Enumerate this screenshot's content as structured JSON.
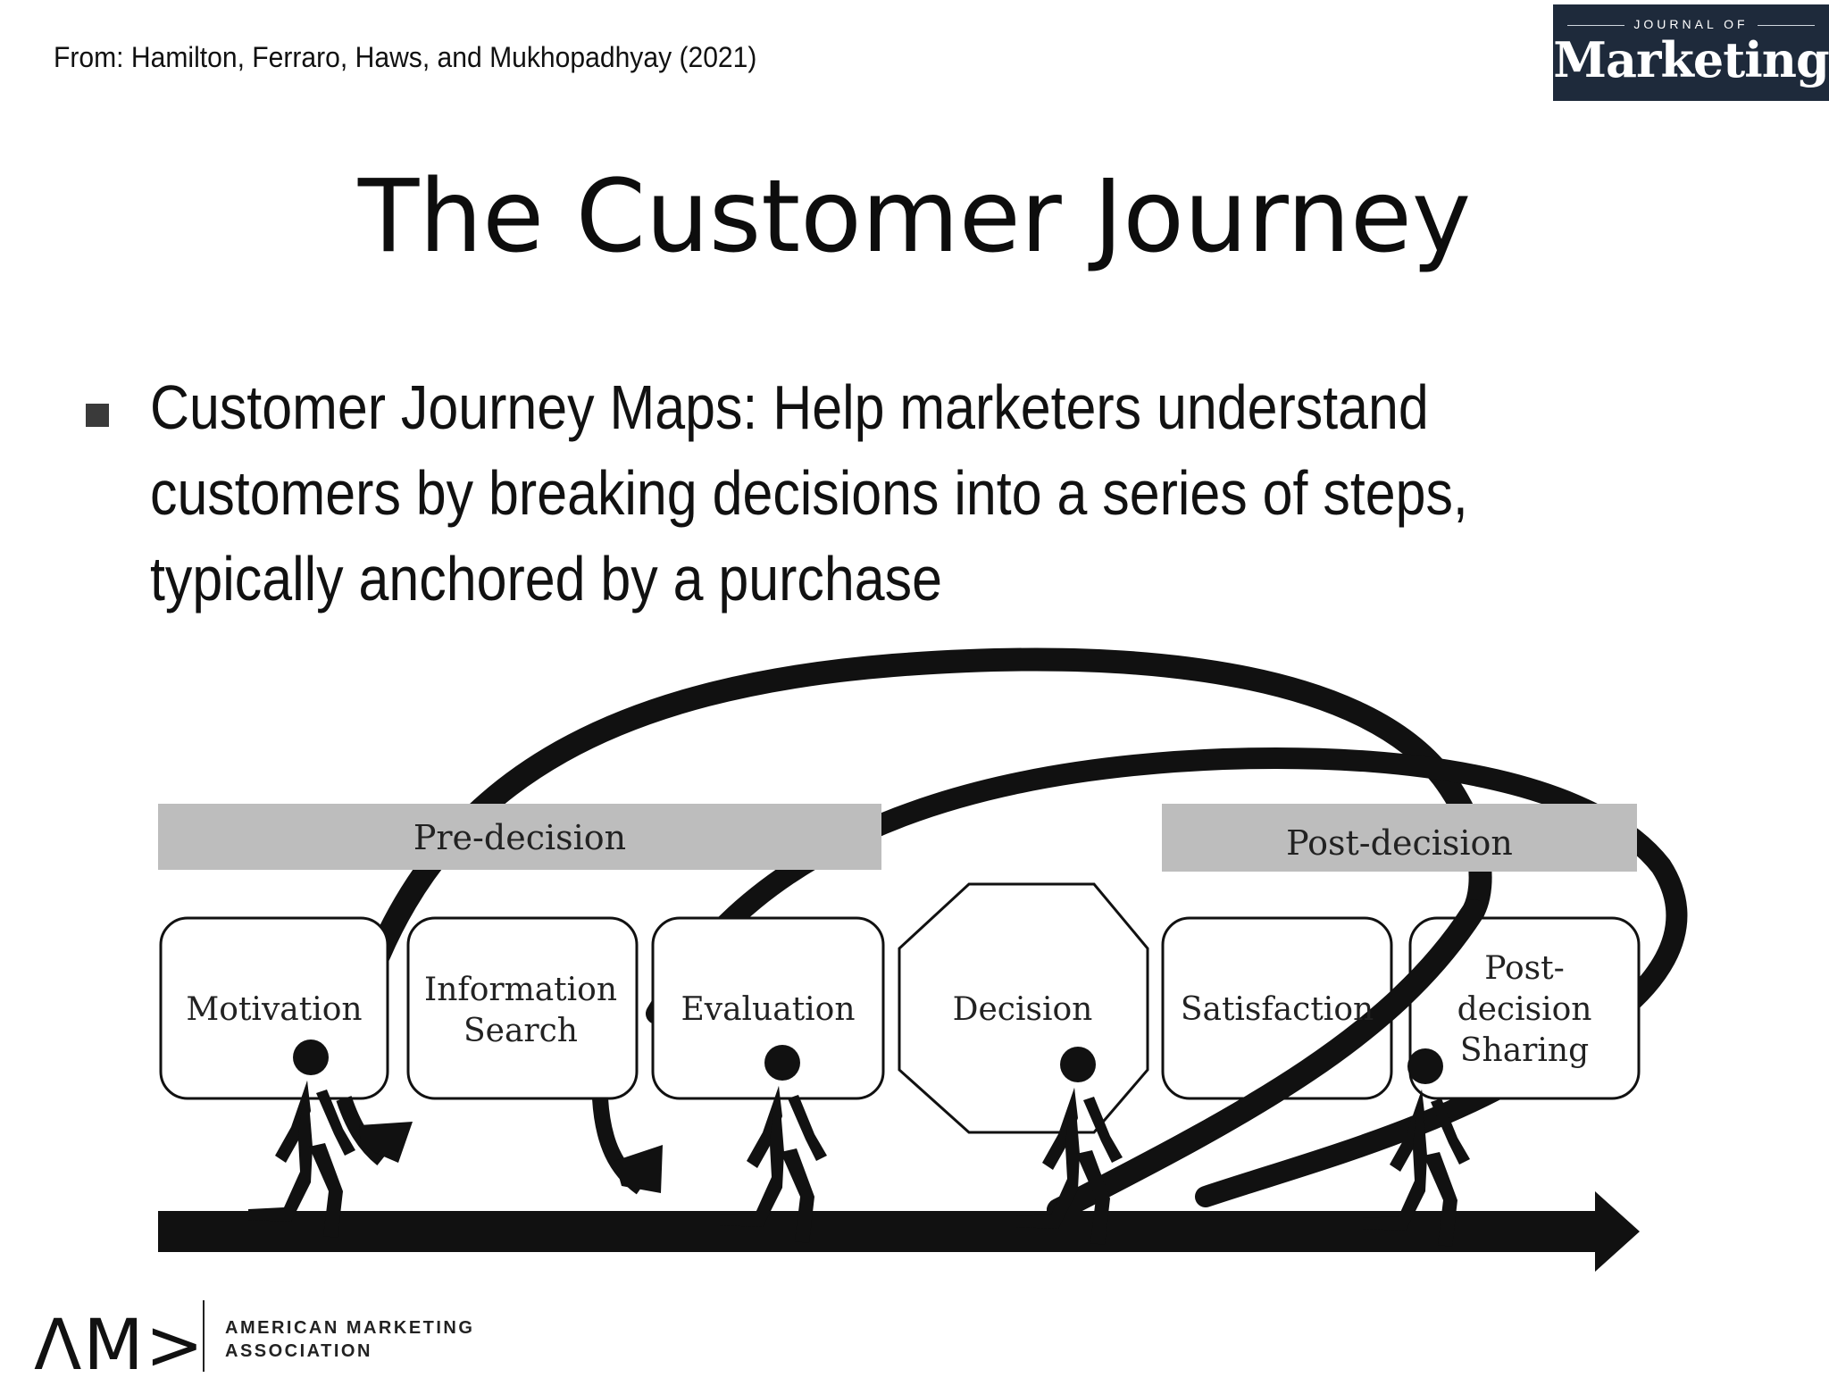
{
  "citation": "From: Hamilton, Ferraro, Haws, and Mukhopadhyay (2021)",
  "journal_logo": {
    "top": "JOURNAL OF",
    "name": "Marketing"
  },
  "title": "The Customer Journey",
  "bullet": "Customer Journey Maps: Help marketers understand customers by breaking decisions into a series of steps, typically anchored by a purchase",
  "diagram": {
    "phases": {
      "pre": "Pre-decision",
      "post": "Post-decision"
    },
    "steps": {
      "motivation": "Motivation",
      "info_line1": "Information",
      "info_line2": "Search",
      "evaluation": "Evaluation",
      "decision": "Decision",
      "satisfaction": "Satisfaction",
      "sharing_line1": "Post-",
      "sharing_line2": "decision",
      "sharing_line3": "Sharing"
    }
  },
  "org_logo": {
    "mark": "ΛM>",
    "line1": "AMERICAN MARKETING",
    "line2": "ASSOCIATION"
  },
  "colors": {
    "phase_bar": "#bdbdbd",
    "journal_bg": "#1e2a3b",
    "ink": "#111111"
  }
}
